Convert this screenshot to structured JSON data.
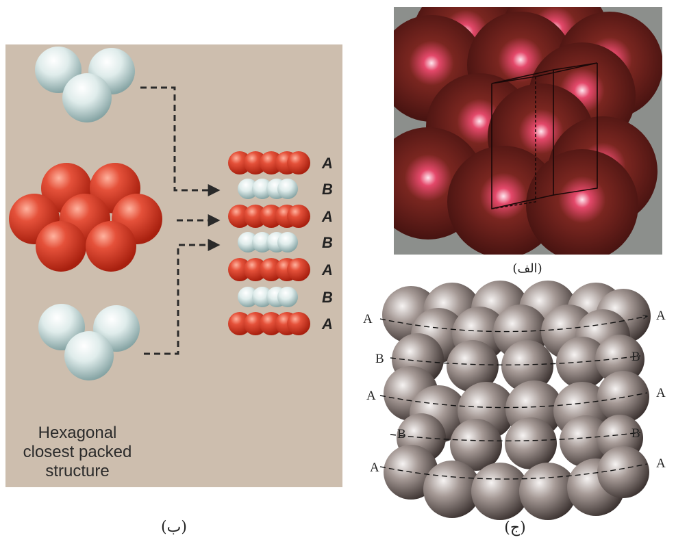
{
  "panel_b": {
    "caption_lines": [
      "Hexagonal",
      "closest packed",
      "structure"
    ],
    "stack_labels": [
      "A",
      "B",
      "A",
      "B",
      "A",
      "B",
      "A"
    ],
    "colors": {
      "background": "#cdbeae",
      "red": "#d93a26",
      "white": "#dfeceb"
    }
  },
  "panel_alef": {
    "colors": {
      "background": "#8c8f8c",
      "sphere": "#5e1a17",
      "highlight": "#ff6a7a"
    }
  },
  "panel_jim": {
    "left_labels": [
      "A",
      "B",
      "A",
      "B",
      "A"
    ],
    "right_labels": [
      "A",
      "B",
      "A",
      "B",
      "A"
    ],
    "colors": {
      "sphere": "#5b504c"
    }
  },
  "captions": {
    "b": "(ب)",
    "alef": "(الف)",
    "jim": "(ج)"
  }
}
